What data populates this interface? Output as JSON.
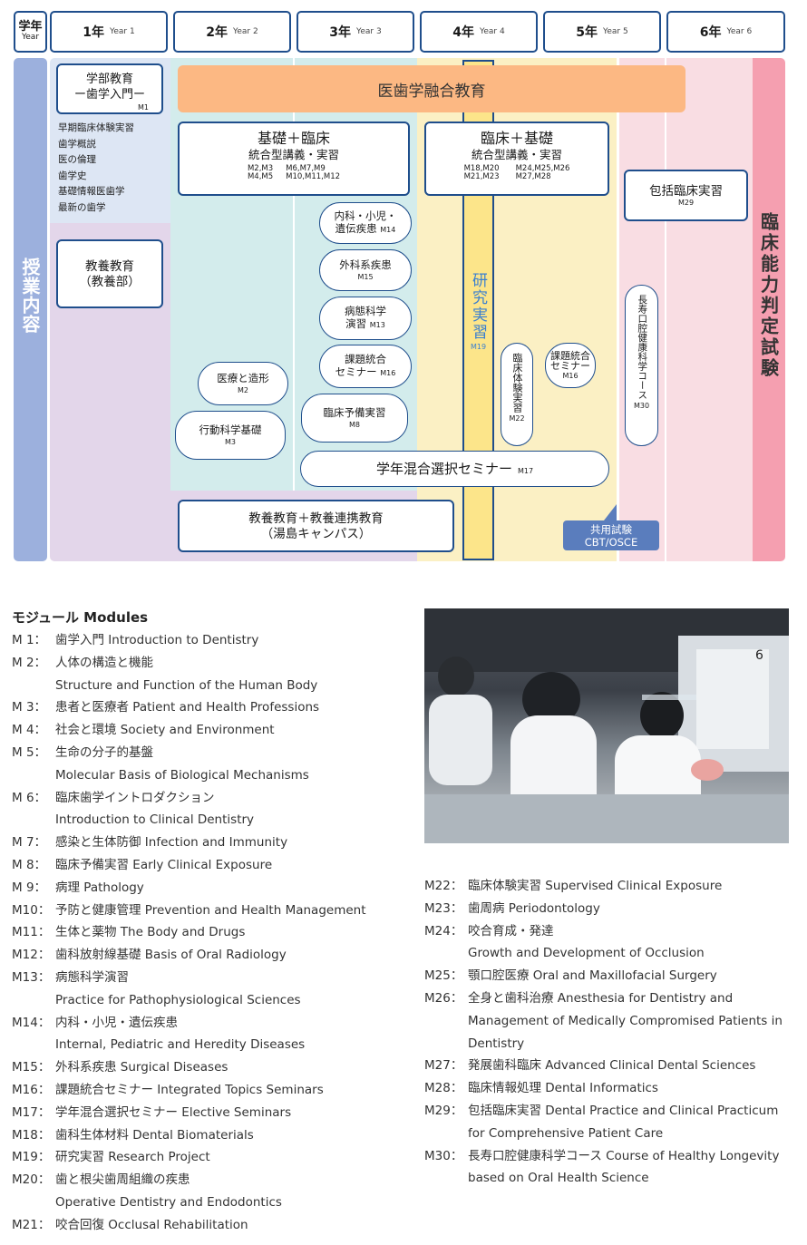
{
  "header": {
    "corner": {
      "ja": "学年",
      "en": "Year"
    },
    "years": [
      {
        "ja": "1年",
        "en": "Year 1"
      },
      {
        "ja": "2年",
        "en": "Year 2"
      },
      {
        "ja": "3年",
        "en": "Year 3"
      },
      {
        "ja": "4年",
        "en": "Year 4"
      },
      {
        "ja": "5年",
        "en": "Year 5"
      },
      {
        "ja": "6年",
        "en": "Year 6"
      }
    ]
  },
  "left_label": "授業内容",
  "right_label": "臨床能力判定試験",
  "banner": "医歯学融合教育",
  "intro": {
    "title1": "学部教育",
    "title2": "ー歯学入門ー",
    "code": "M1",
    "items": [
      "早期臨床体験実習",
      "歯学概説",
      "医の倫理",
      "歯学史",
      "基礎情報医歯学",
      "最新の歯学"
    ]
  },
  "liberal": {
    "line1": "教養教育",
    "line2": "（教養部）"
  },
  "basic_clinical": {
    "title": "基礎＋臨床",
    "sub": "統合型講義・実習",
    "codes_a": "M2,M3\nM4,M5",
    "codes_b": "M6,M7,M9\nM10,M11,M12"
  },
  "clinical_basic": {
    "title": "臨床＋基礎",
    "sub": "統合型講義・実習",
    "codes_a": "M18,M20\nM21,M23",
    "codes_b": "M24,M25,M26\nM27,M28"
  },
  "comprehensive": {
    "title": "包括臨床実習",
    "code": "M29"
  },
  "research": {
    "label": "研究実習",
    "code": "M19"
  },
  "y3_pills": [
    {
      "line1": "内科・小児・",
      "line2": "遺伝疾患",
      "code": "M14"
    },
    {
      "line1": "外科系疾患",
      "line2": "",
      "code": "M15"
    },
    {
      "line1": "病態科学",
      "line2": "演習",
      "code": "M13"
    },
    {
      "line1": "課題統合",
      "line2": "セミナー",
      "code": "M16"
    },
    {
      "line1": "臨床予備実習",
      "line2": "",
      "code": "M8"
    }
  ],
  "y2_pills": [
    {
      "line1": "医療と造形",
      "code": "M2"
    },
    {
      "line1": "行動科学基礎",
      "code": "M3"
    }
  ],
  "supervised": {
    "label": "臨床体験実習",
    "code": "M22"
  },
  "y5_seminar": {
    "line1": "課題統合",
    "line2": "セミナー",
    "code": "M16"
  },
  "longevity": {
    "label": "長寿口腔健康科学コース",
    "code": "M30"
  },
  "elective": {
    "label": "学年混合選択セミナー",
    "code": "M17"
  },
  "yushima": {
    "line1": "教養教育＋教養連携教育",
    "line2": "（湯島キャンパス）"
  },
  "cbt": {
    "line1": "共用試験",
    "line2": "CBT/OSCE"
  },
  "modules_title": "モジュール Modules",
  "modules_left": [
    {
      "code": "M 1：",
      "text": "歯学入門 Introduction to Dentistry",
      "cont": []
    },
    {
      "code": "M 2：",
      "text": "人体の構造と機能",
      "cont": [
        "Structure and Function of the Human Body"
      ]
    },
    {
      "code": "M 3：",
      "text": "患者と医療者 Patient and Health Professions",
      "cont": []
    },
    {
      "code": "M 4：",
      "text": "社会と環境 Society and Environment",
      "cont": []
    },
    {
      "code": "M 5：",
      "text": "生命の分子的基盤",
      "cont": [
        "Molecular Basis of Biological Mechanisms"
      ]
    },
    {
      "code": "M 6：",
      "text": "臨床歯学イントロダクション",
      "cont": [
        "Introduction to Clinical Dentistry"
      ]
    },
    {
      "code": "M 7：",
      "text": "感染と生体防御 Infection and Immunity",
      "cont": []
    },
    {
      "code": "M 8：",
      "text": "臨床予備実習 Early Clinical Exposure",
      "cont": []
    },
    {
      "code": "M 9：",
      "text": "病理 Pathology",
      "cont": []
    },
    {
      "code": "M10：",
      "text": "予防と健康管理 Prevention and Health Management",
      "cont": []
    },
    {
      "code": "M11：",
      "text": "生体と薬物 The Body and Drugs",
      "cont": []
    },
    {
      "code": "M12：",
      "text": "歯科放射線基礎 Basis of Oral Radiology",
      "cont": []
    },
    {
      "code": "M13：",
      "text": "病態科学演習",
      "cont": [
        "Practice for Pathophysiological Sciences"
      ]
    },
    {
      "code": "M14：",
      "text": "内科・小児・遺伝疾患",
      "cont": [
        "Internal, Pediatric and Heredity Diseases"
      ]
    },
    {
      "code": "M15：",
      "text": "外科系疾患 Surgical Diseases",
      "cont": []
    },
    {
      "code": "M16：",
      "text": "課題統合セミナー Integrated Topics Seminars",
      "cont": []
    },
    {
      "code": "M17：",
      "text": "学年混合選択セミナー Elective Seminars",
      "cont": []
    },
    {
      "code": "M18：",
      "text": "歯科生体材料 Dental Biomaterials",
      "cont": []
    },
    {
      "code": "M19：",
      "text": "研究実習 Research Project",
      "cont": []
    },
    {
      "code": "M20：",
      "text": "歯と根尖歯周組織の疾患",
      "cont": [
        "Operative Dentistry and Endodontics"
      ]
    },
    {
      "code": "M21：",
      "text": "咬合回復 Occlusal Rehabilitation",
      "cont": []
    }
  ],
  "modules_right": [
    {
      "code": "M22：",
      "text": "臨床体験実習 Supervised Clinical Exposure",
      "cont": []
    },
    {
      "code": "M23：",
      "text": "歯周病 Periodontology",
      "cont": []
    },
    {
      "code": "M24：",
      "text": "咬合育成・発達",
      "cont": [
        "Growth and Development of Occlusion"
      ]
    },
    {
      "code": "M25：",
      "text": "顎口腔医療 Oral and Maxillofacial Surgery",
      "cont": []
    },
    {
      "code": "M26：",
      "text": "全身と歯科治療 Anesthesia for Dentistry and",
      "cont": [
        "Management of Medically Compromised Patients in",
        "Dentistry"
      ]
    },
    {
      "code": "M27：",
      "text": "発展歯科臨床 Advanced Clinical Dental Sciences",
      "cont": []
    },
    {
      "code": "M28：",
      "text": "臨床情報処理 Dental Informatics",
      "cont": []
    },
    {
      "code": "M29：",
      "text": "包括臨床実習 Dental Practice and Clinical Practicum",
      "cont": [
        "for Comprehensive Patient Care"
      ]
    },
    {
      "code": "M30：",
      "text": "長寿口腔健康科学コース Course of Healthy Longevity",
      "cont": [
        "based on Oral Health Science"
      ]
    }
  ]
}
